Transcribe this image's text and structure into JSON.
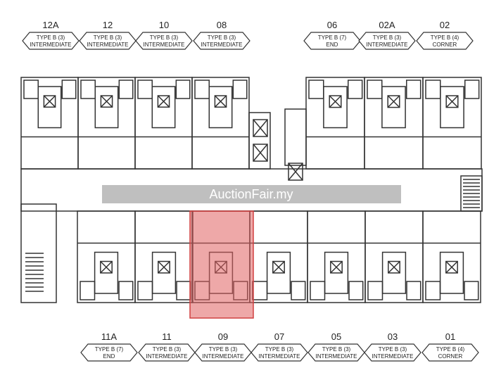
{
  "top_units": [
    {
      "no": "12A",
      "type": "TYPE B (3)",
      "pos": "INTERMEDIATE"
    },
    {
      "no": "12",
      "type": "TYPE B (3)",
      "pos": "INTERMEDIATE"
    },
    {
      "no": "10",
      "type": "TYPE B (3)",
      "pos": "INTERMEDIATE"
    },
    {
      "no": "08",
      "type": "TYPE B (3)",
      "pos": "INTERMEDIATE"
    },
    {
      "no": "06",
      "type": "TYPE B (7)",
      "pos": "END"
    },
    {
      "no": "02A",
      "type": "TYPE B (3)",
      "pos": "INTERMEDIATE"
    },
    {
      "no": "02",
      "type": "TYPE B (4)",
      "pos": "CORNER"
    }
  ],
  "bottom_units": [
    {
      "no": "11A",
      "type": "TYPE B (7)",
      "pos": "END"
    },
    {
      "no": "11",
      "type": "TYPE B (3)",
      "pos": "INTERMEDIATE"
    },
    {
      "no": "09",
      "type": "TYPE B (3)",
      "pos": "INTERMEDIATE"
    },
    {
      "no": "07",
      "type": "TYPE B (3)",
      "pos": "INTERMEDIATE"
    },
    {
      "no": "05",
      "type": "TYPE B (3)",
      "pos": "INTERMEDIATE"
    },
    {
      "no": "03",
      "type": "TYPE B (3)",
      "pos": "INTERMEDIATE"
    },
    {
      "no": "01",
      "type": "TYPE B (4)",
      "pos": "CORNER"
    }
  ],
  "watermark": "AuctionFair.my",
  "highlighted_unit": "09",
  "colors": {
    "highlight": "#e06060",
    "line": "#333333",
    "watermark_band": "#8a8a8a"
  }
}
